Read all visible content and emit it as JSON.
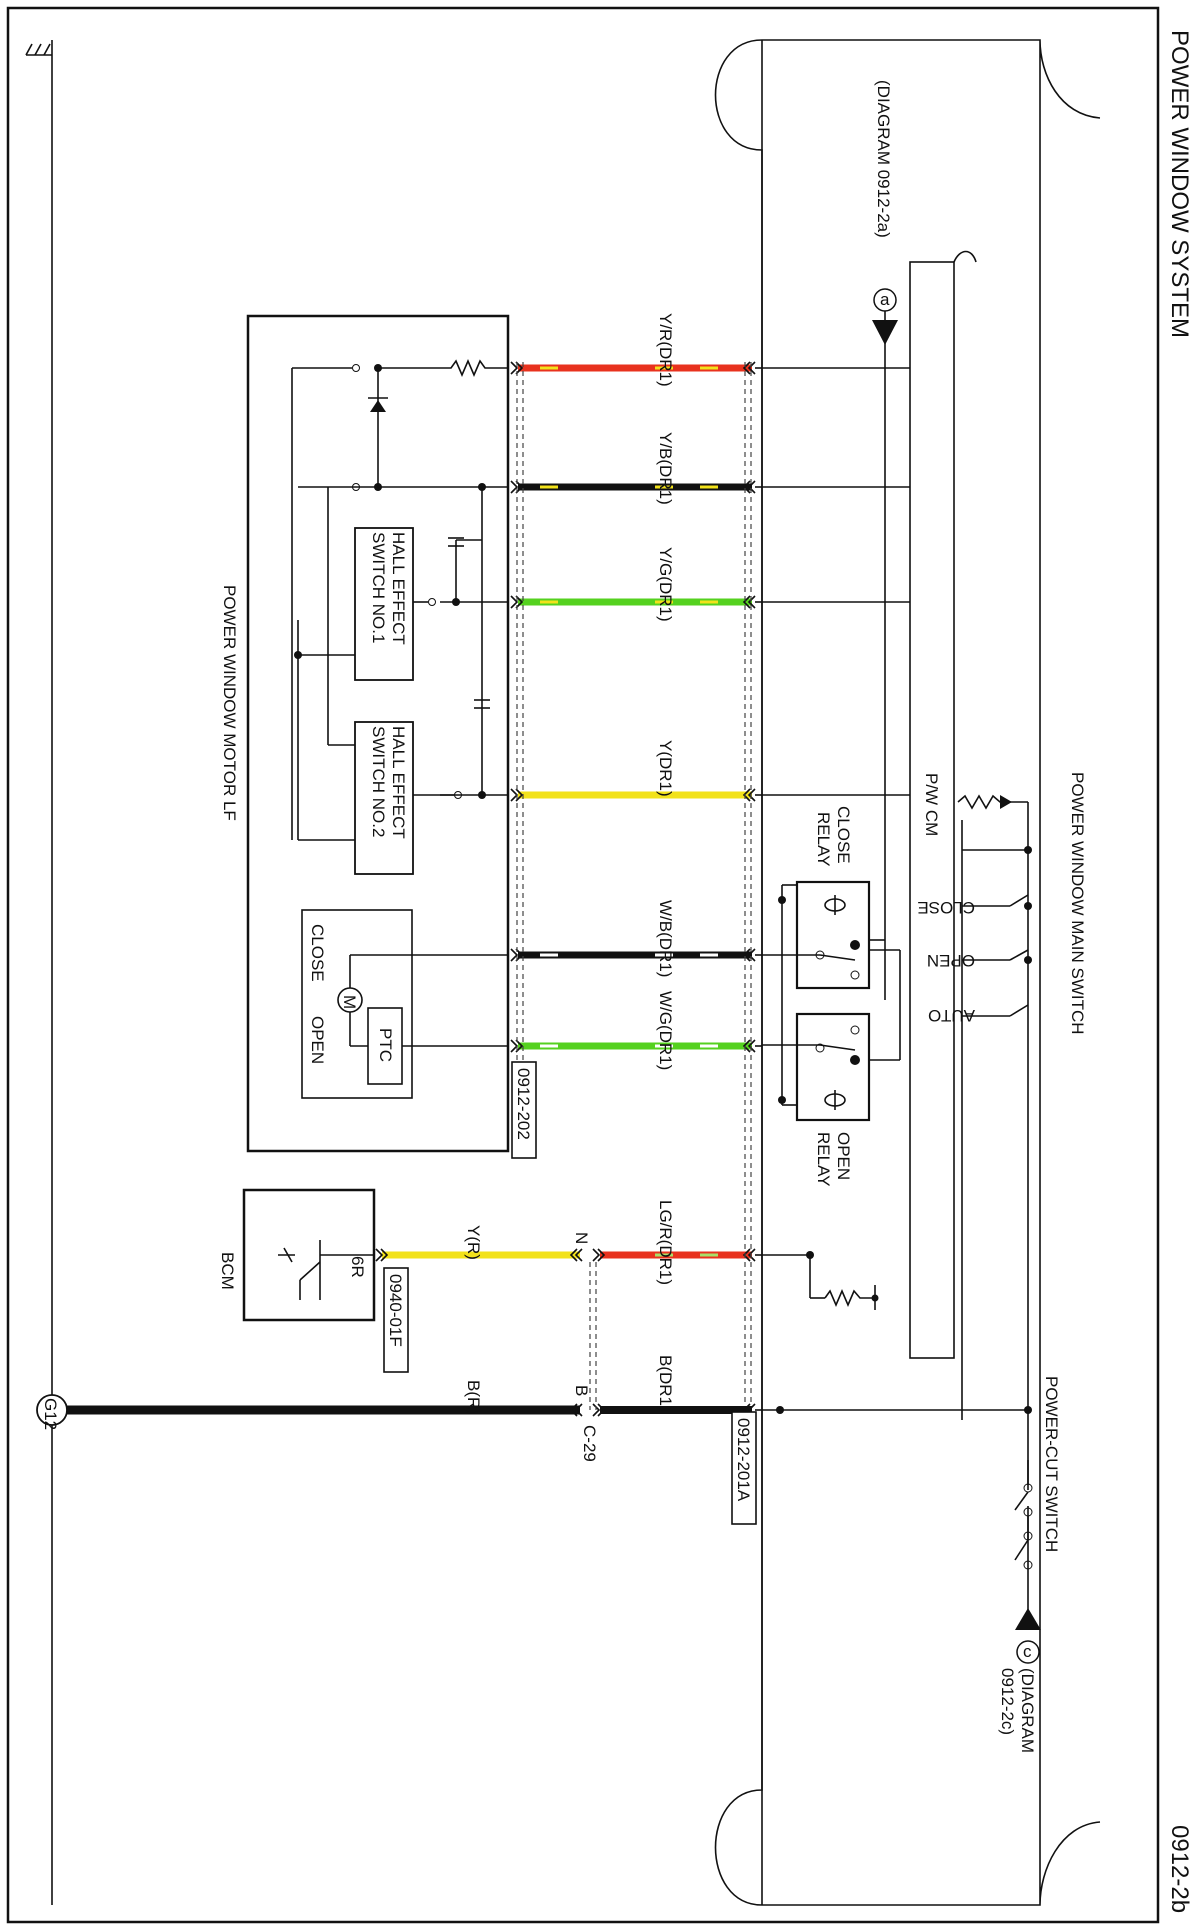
{
  "header": {
    "title": "POWER WINDOW SYSTEM",
    "page_code": "0912-2b"
  },
  "components": {
    "main_switch": "POWER WINDOW MAIN SWITCH",
    "pw_cm": "P/W CM",
    "close_relay": [
      "CLOSE",
      "RELAY"
    ],
    "open_relay": [
      "OPEN",
      "RELAY"
    ],
    "switch_close": "CLOSE",
    "switch_open": "OPEN",
    "switch_auto": "AUTO",
    "power_cut_switch": "POWER-CUT SWITCH",
    "motor": "POWER WINDOW MOTOR LF",
    "hall1": [
      "HALL EFFECT",
      "SWITCH NO.1"
    ],
    "hall2": [
      "HALL EFFECT",
      "SWITCH NO.2"
    ],
    "ptc": "PTC",
    "motor_symbol": "M",
    "motor_close": "CLOSE",
    "motor_open": "OPEN",
    "bcm": "BCM",
    "bcm_pin": "6R",
    "ground": "G12"
  },
  "refs": {
    "a_letter": "a",
    "a_text": "(DIAGRAM 0912-2a)",
    "c_letter": "c",
    "c_text_1": "(DIAGRAM",
    "c_text_2": "0912-2c)"
  },
  "connectors": {
    "motor": "0912-202",
    "main": "0912-201A",
    "bcm": "0940-01F",
    "joint": "C-29",
    "joint_n": "N",
    "joint_b": "B"
  },
  "wires": [
    {
      "label": "Y/R(DR1)",
      "color": "#e8321e",
      "stripe": "#f2e21b"
    },
    {
      "label": "Y/B(DR1)",
      "color": "#111111",
      "stripe": "#f2e21b"
    },
    {
      "label": "Y/G(DR1)",
      "color": "#55d11f",
      "stripe": "#f2e21b"
    },
    {
      "label": "Y(DR1)",
      "color": "#f2e21b",
      "stripe": "#f2e21b"
    },
    {
      "label": "W/B(DR1)",
      "color": "#111111",
      "stripe": "#ffffff"
    },
    {
      "label": "W/G(DR1)",
      "color": "#55d11f",
      "stripe": "#ffffff"
    },
    {
      "label": "LG/R(DR1)",
      "color": "#e8321e",
      "stripe": "#a8e06a"
    },
    {
      "label": "B(DR1)",
      "color": "#111111",
      "stripe": "#111111"
    }
  ],
  "wires_lower": [
    {
      "label": "Y(R)",
      "color": "#f2e21b"
    },
    {
      "label": "B(R)",
      "color": "#111111"
    }
  ]
}
